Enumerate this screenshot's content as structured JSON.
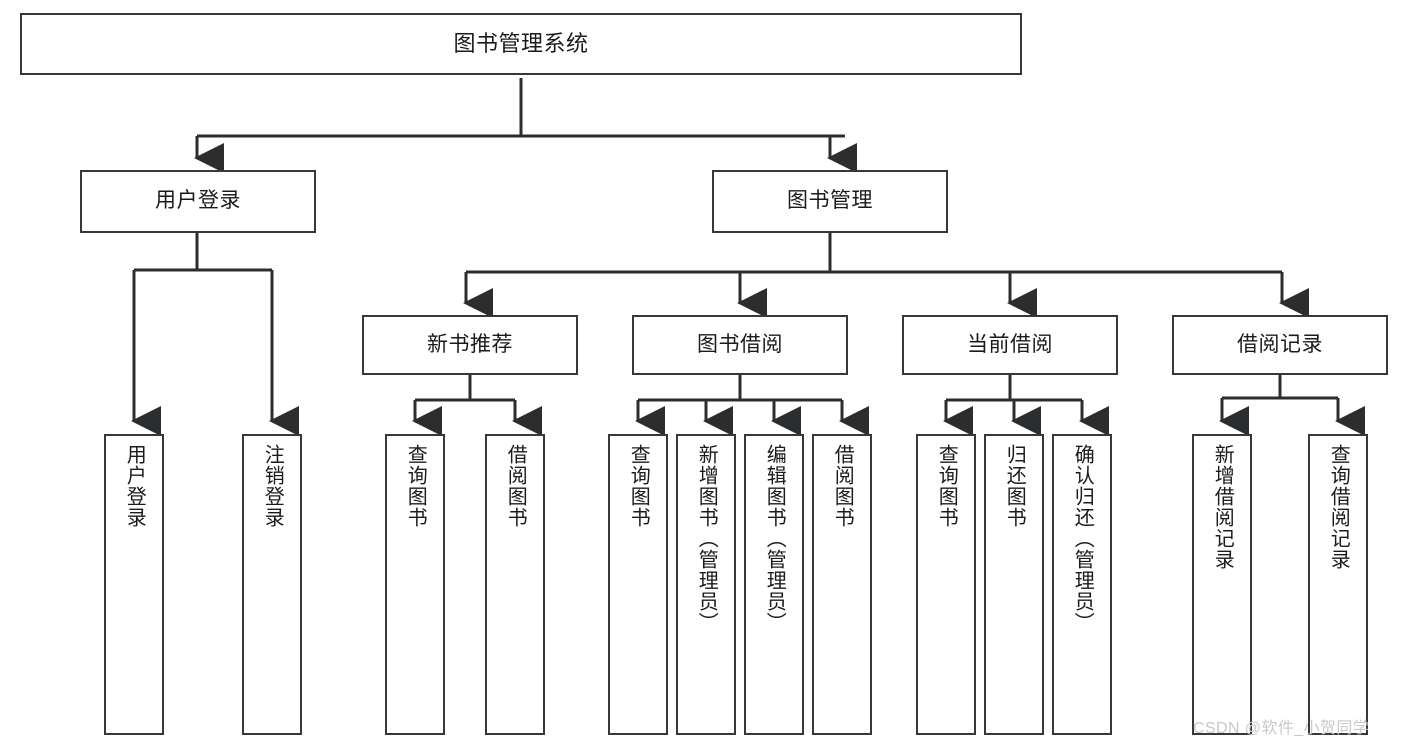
{
  "diagram": {
    "type": "hierarchy-tree",
    "title": "图书管理系统",
    "watermark": "CSDN @软件_小贺同学",
    "colors": {
      "box_border": "#36383a",
      "box_fill": "#ffffff",
      "connector": "#2b2d2f",
      "text": "#1b1b1b",
      "watermark": "#c8c9cb"
    },
    "nodes": {
      "root": {
        "label": "图书管理系统",
        "level": 0
      },
      "level1": [
        {
          "id": "user-login",
          "label": "用户登录"
        },
        {
          "id": "book-management",
          "label": "图书管理"
        }
      ],
      "level2": [
        {
          "id": "new-book-recommend",
          "label": "新书推荐",
          "parent": "book-management"
        },
        {
          "id": "book-borrow",
          "label": "图书借阅",
          "parent": "book-management"
        },
        {
          "id": "current-borrow",
          "label": "当前借阅",
          "parent": "book-management"
        },
        {
          "id": "borrow-record",
          "label": "借阅记录",
          "parent": "book-management"
        }
      ],
      "leaves": [
        {
          "id": "leaf-user-login",
          "label": "用户登录",
          "parent": "user-login"
        },
        {
          "id": "leaf-logout-login",
          "label": "注销登录",
          "parent": "user-login"
        },
        {
          "id": "leaf-query-book-1",
          "label": "查询图书",
          "parent": "new-book-recommend"
        },
        {
          "id": "leaf-borrow-book-1",
          "label": "借阅图书",
          "parent": "new-book-recommend"
        },
        {
          "id": "leaf-query-book-2",
          "label": "查询图书",
          "parent": "book-borrow"
        },
        {
          "id": "leaf-add-book",
          "label": "新增图书（管理员）",
          "parent": "book-borrow"
        },
        {
          "id": "leaf-edit-book",
          "label": "编辑图书（管理员）",
          "parent": "book-borrow"
        },
        {
          "id": "leaf-borrow-book-2",
          "label": "借阅图书",
          "parent": "book-borrow"
        },
        {
          "id": "leaf-query-book-3",
          "label": "查询图书",
          "parent": "current-borrow"
        },
        {
          "id": "leaf-return-book",
          "label": "归还图书",
          "parent": "current-borrow"
        },
        {
          "id": "leaf-confirm-return",
          "label": "确认归还（管理员）",
          "parent": "current-borrow"
        },
        {
          "id": "leaf-add-record",
          "label": "新增借阅记录",
          "parent": "borrow-record"
        },
        {
          "id": "leaf-query-record",
          "label": "查询借阅记录",
          "parent": "borrow-record"
        }
      ]
    }
  }
}
